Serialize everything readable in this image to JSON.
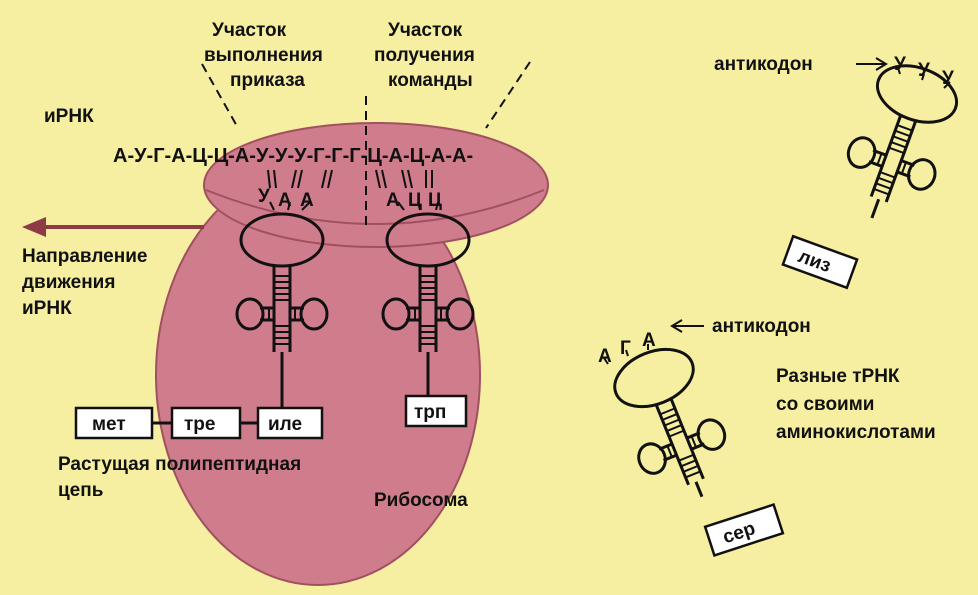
{
  "labels": {
    "execution_site": [
      "Участок",
      "выполнения",
      "приказа"
    ],
    "receiving_site": [
      "Участок",
      "получения",
      "команды"
    ],
    "mrna": "иРНК",
    "mrna_sequence": "А-У-Г-А-Ц-Ц-А-У-У-У-Г-Г-Г-Ц-А-Ц-А-А-",
    "direction": [
      "Направление",
      "движения",
      "иРНК"
    ],
    "growing_chain": [
      "Растущая полипептидная",
      "цепь"
    ],
    "ribosome": "Рибосома",
    "anticodon_top": "антикодон",
    "anticodon_bottom": "антикодон",
    "different_trna": [
      "Разные тРНК",
      "со своими",
      "аминокислотами"
    ]
  },
  "trna": {
    "left": {
      "anticodon": [
        "У",
        "А",
        "А"
      ],
      "amino_acid": "иле"
    },
    "middle": {
      "anticodon": [
        "А",
        "Ц",
        "Ц"
      ],
      "amino_acid": "трп"
    },
    "top_right": {
      "anticodon": [
        "У",
        "У",
        "У"
      ],
      "amino_acid": "лиз"
    },
    "bottom_right": {
      "anticodon": [
        "А",
        "Г",
        "А"
      ],
      "amino_acid": "сер"
    }
  },
  "chain": [
    "мет",
    "тре",
    "иле"
  ],
  "colors": {
    "background": "#f6eea0",
    "ribosome": "#cf7d8c",
    "ribosome_outline": "#a0505f",
    "arrow": "#8e3b48",
    "line": "#111111"
  }
}
